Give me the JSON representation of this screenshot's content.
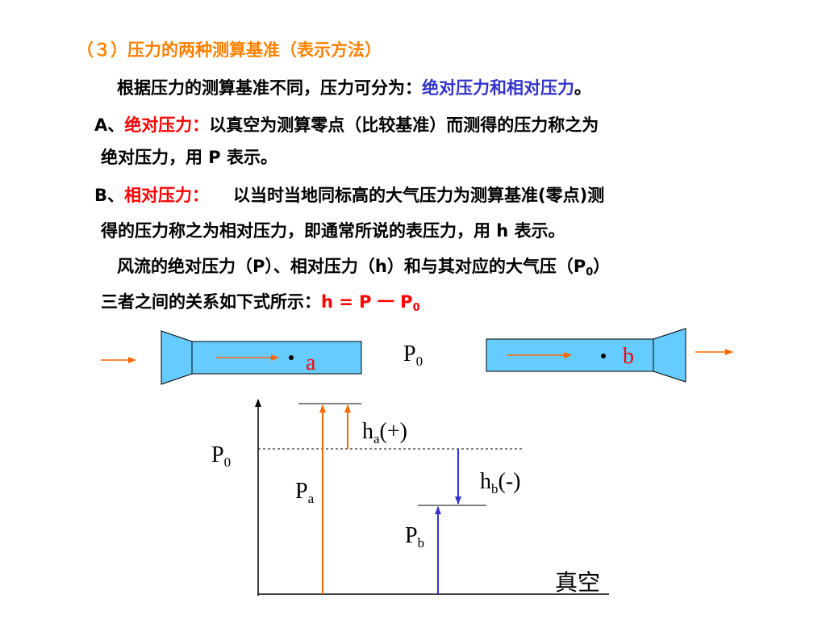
{
  "text": {
    "heading": "（３）压力的两种测算基准（表示方法）",
    "line1_prefix": "根据压力的测算基准不同，压力可分为：",
    "line1_highlight": "绝对压力和相对压力",
    "line1_suffix": "。",
    "a_label": "A、",
    "a_term": "绝对压力：",
    "a_def1": "以真空为测算零点（比较基准）而测得的压力称之为",
    "a_def2": "绝对压力，用 P 表示。",
    "b_label": "B、",
    "b_term": "相对压力：",
    "b_def1": "以当时当地同标高的大气压力为测算基准(零点)测",
    "b_def2": "得的压力称之为相对压力，即通常所说的表压力，用 h 表示。",
    "rel1": "风流的绝对压力（P）、相对压力（h）和与其对应的大气压（P",
    "rel1_sub": "0",
    "rel1_end": "）",
    "rel2": "三者之间的关系如下式所示：",
    "formula": "h  =  P 一  P",
    "formula_sub": "0"
  },
  "diagram": {
    "label_a": "a",
    "label_b": "b",
    "p0_top": "P",
    "p0_top_sub": "0",
    "p0_axis": "P",
    "p0_axis_sub": "0",
    "pa": "P",
    "pa_sub": "a",
    "pb": "P",
    "pb_sub": "b",
    "ha": "h",
    "ha_sub": "a",
    "ha_sign": "(+)",
    "hb": "h",
    "hb_sub": "b",
    "hb_sign": "(-)",
    "vacuum": "真空"
  },
  "colors": {
    "heading": "#ff8000",
    "highlight_blue": "#3333cc",
    "term_red": "#ff0000",
    "duct_fill": "#66ccff",
    "arrow_orange": "#ff6600",
    "arrow_blue": "#3333cc"
  }
}
